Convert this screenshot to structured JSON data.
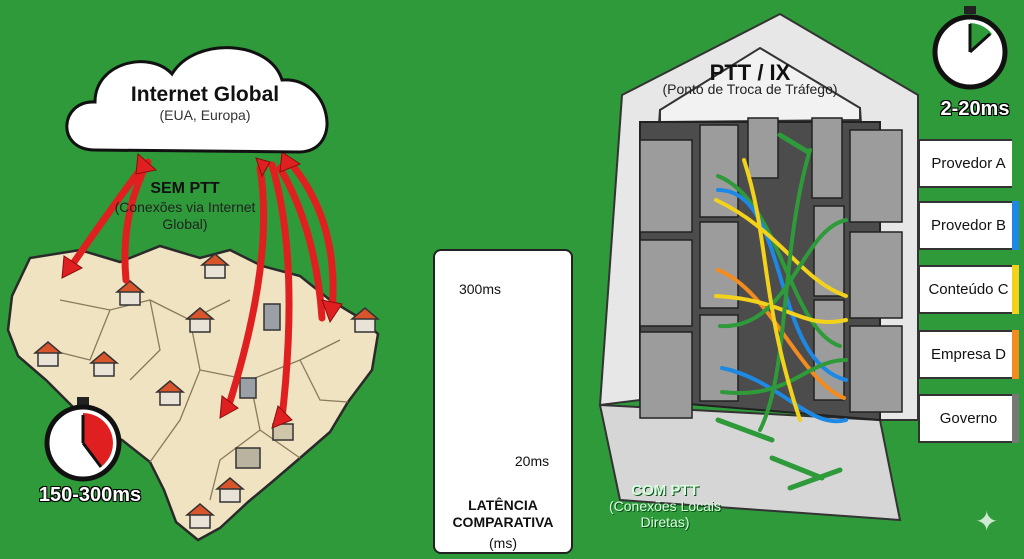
{
  "cloud": {
    "title": "Internet Global",
    "subtitle": "(EUA, Europa)"
  },
  "sem_ptt": {
    "title": "SEM PTT",
    "subtitle": "(Conexões via Internet Global)"
  },
  "left_latency": "150-300ms",
  "ptt": {
    "title": "PTT / IX",
    "subtitle": "(Ponto de Troca de Tráfego)"
  },
  "right_latency": "2-20ms",
  "com_ptt": {
    "title": "COM PTT",
    "subtitle": "(Conexões Locais Diretas)"
  },
  "latency_chart": {
    "title": "LATÊNCIA COMPARATIVA",
    "unit": "(ms)",
    "bars": [
      {
        "label": "300ms",
        "value": 300,
        "color": "#e02020"
      },
      {
        "label": "20ms",
        "value": 20,
        "color": "#2e9a3a"
      }
    ]
  },
  "participants": [
    {
      "name": "Provedor A",
      "color": "#2e9a3a"
    },
    {
      "name": "Provedor B",
      "color": "#1e88e5"
    },
    {
      "name": "Conteúdo C",
      "color": "#f2d21b"
    },
    {
      "name": "Empresa D",
      "color": "#f28c1e"
    },
    {
      "name": "Governo",
      "color": "#777777"
    }
  ],
  "colors": {
    "background": "#2e9a3a",
    "arrow_red": "#e02020",
    "map_fill": "#efe3c1"
  },
  "icons": {
    "clock": "stopwatch-icon",
    "house": "house-icon",
    "building": "building-icon",
    "rack": "server-rack-icon"
  }
}
